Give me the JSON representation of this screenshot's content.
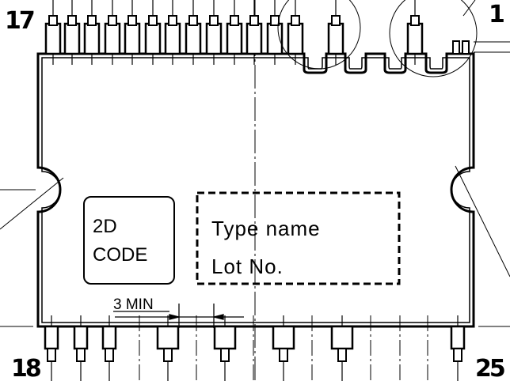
{
  "pin_labels": {
    "top_left": "17",
    "top_right": "1",
    "bottom_left": "18",
    "bottom_right": "25"
  },
  "code_box": {
    "line1": "2D",
    "line2": "CODE"
  },
  "marking_box": {
    "line1": "Type name",
    "line2": "Lot No."
  },
  "dimension": {
    "label": "3 MIN"
  },
  "colors": {
    "line": "#000000",
    "background": "#ffffff"
  }
}
